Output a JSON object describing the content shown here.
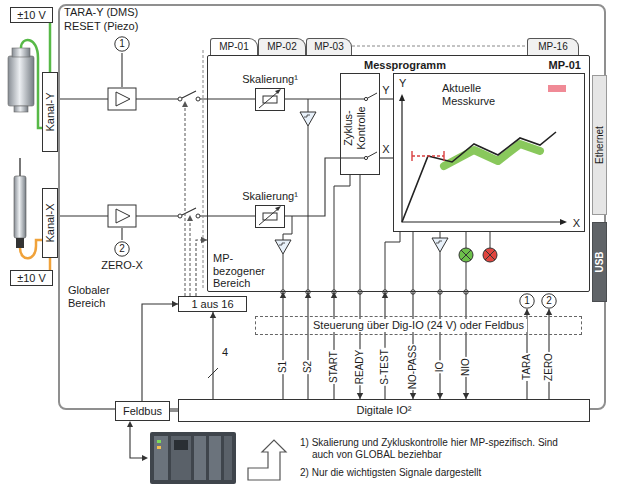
{
  "diagram": {
    "nodes": [
      {
        "text": [
          "±10 V"
        ]
      },
      {
        "text": [
          "Kanal-Y"
        ]
      },
      {
        "text": [
          "Kanal-X"
        ]
      },
      {
        "text": [
          "±10 V"
        ]
      },
      {
        "text": [
          "Globaler Bereich"
        ]
      },
      {
        "text": [
          "1"
        ],
        "in": 4
      },
      {
        "text": [
          "2"
        ],
        "in": 4
      },
      {
        "text": [
          "MP-01"
        ],
        "in": 4
      },
      {
        "text": [
          "MP-02"
        ],
        "in": 4
      },
      {
        "text": [
          "MP-03"
        ],
        "in": 4
      },
      {
        "text": [
          "MP-16"
        ],
        "in": 4
      },
      {
        "text": [
          "Messprogramm",
          "MP-01",
          "MP-bezogener Bereich"
        ],
        "in": 4
      },
      {
        "text": [
          "Skalierung¹"
        ],
        "in": 11
      },
      {
        "text": [
          "Skalierung¹"
        ],
        "in": 11
      },
      {
        "text": [
          "Zyklus-Kontrolle"
        ],
        "in": 11
      },
      {
        "text": [
          "Y",
          "Aktuelle Messkurve",
          "X"
        ],
        "in": 11
      },
      {
        "text": [
          "Ethernet"
        ],
        "in": 4
      },
      {
        "text": [
          "USB"
        ],
        "in": 4
      },
      {
        "text": [
          "1 aus 16"
        ],
        "in": 4
      },
      {
        "text": [
          "1"
        ],
        "in": 4
      },
      {
        "text": [
          "2"
        ],
        "in": 4
      },
      {
        "text": [
          "Steuerung über Dig-IO (24 V) oder Feldbus"
        ],
        "in": 4
      },
      {
        "text": [
          "Feldbus"
        ]
      },
      {
        "text": [
          "Digitale IO²"
        ]
      }
    ],
    "edges": [
      {
        "from": 0,
        "to": 1,
        "arrow": "none"
      },
      {
        "from": 3,
        "to": 2,
        "arrow": "none"
      },
      {
        "from": 12,
        "to": 14,
        "arrow": "none"
      },
      {
        "from": 13,
        "to": 14,
        "arrow": "none"
      },
      {
        "from": 14,
        "to": 15,
        "label": "Y",
        "arrow": "none"
      },
      {
        "from": 14,
        "to": 15,
        "label": "X",
        "arrow": "none"
      },
      {
        "from": 18,
        "to": 11,
        "arrow": "to"
      },
      {
        "from": 22,
        "to": 18,
        "arrow": "to"
      },
      {
        "from": 23,
        "to": 18,
        "label": "4",
        "arrow": "to"
      },
      {
        "from": 22,
        "to": 23,
        "arrow": "none"
      },
      {
        "from": 23,
        "to": 11,
        "label": "S1",
        "arrow": "to"
      },
      {
        "from": 23,
        "to": 11,
        "label": "S2",
        "arrow": "to"
      },
      {
        "from": 23,
        "to": 11,
        "label": "START",
        "arrow": "to"
      },
      {
        "from": 11,
        "to": 23,
        "label": "READY",
        "arrow": "to"
      },
      {
        "from": 23,
        "to": 11,
        "label": "S-TEST",
        "arrow": "to"
      },
      {
        "from": 11,
        "to": 23,
        "label": "NO-PASS",
        "arrow": "to"
      },
      {
        "from": 11,
        "to": 23,
        "label": "IO",
        "arrow": "to"
      },
      {
        "from": 11,
        "to": 23,
        "label": "NIO",
        "arrow": "to"
      },
      {
        "from": 23,
        "to": 19,
        "label": "TARA",
        "arrow": "to"
      },
      {
        "from": 23,
        "to": 20,
        "label": "ZERO",
        "arrow": "to"
      }
    ],
    "labels": [
      "TARA-Y (DMS)",
      "RESET (Piezo)",
      "ZERO-X",
      "1) Skalierung und Zykluskontrolle hier MP-spezifisch. Sind auch von GLOBAL beziehbar",
      "2) Nur die wichtigsten Signale dargestellt"
    ]
  }
}
